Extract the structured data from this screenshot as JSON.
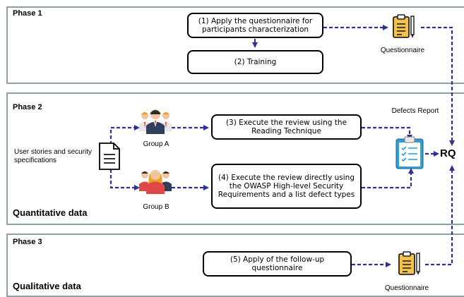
{
  "phases": [
    {
      "label": "Phase 1"
    },
    {
      "label": "Phase 2",
      "section": "Quantitative data"
    },
    {
      "label": "Phase 3",
      "section": "Qualitative data"
    }
  ],
  "steps": {
    "s1": "(1) Apply the questionnaire for participants characterization",
    "s2": "(2) Training",
    "s3": "(3) Execute the review using the Reading Technique",
    "s4": "(4) Execute the review directly using the OWASP High-level Security Requirements and a list defect types",
    "s5": "(5) Apply of the follow-up questionnaire"
  },
  "labels": {
    "questionnaire_top": "Questionnaire",
    "questionnaire_bottom": "Questionnaire",
    "defects_report": "Defects Report",
    "user_stories": "User stories and security specifications",
    "group_a": "Group A",
    "group_b": "Group B",
    "rq": "RQ"
  },
  "colors": {
    "arrow": "#2e3192",
    "border": "#8fa0a6"
  }
}
